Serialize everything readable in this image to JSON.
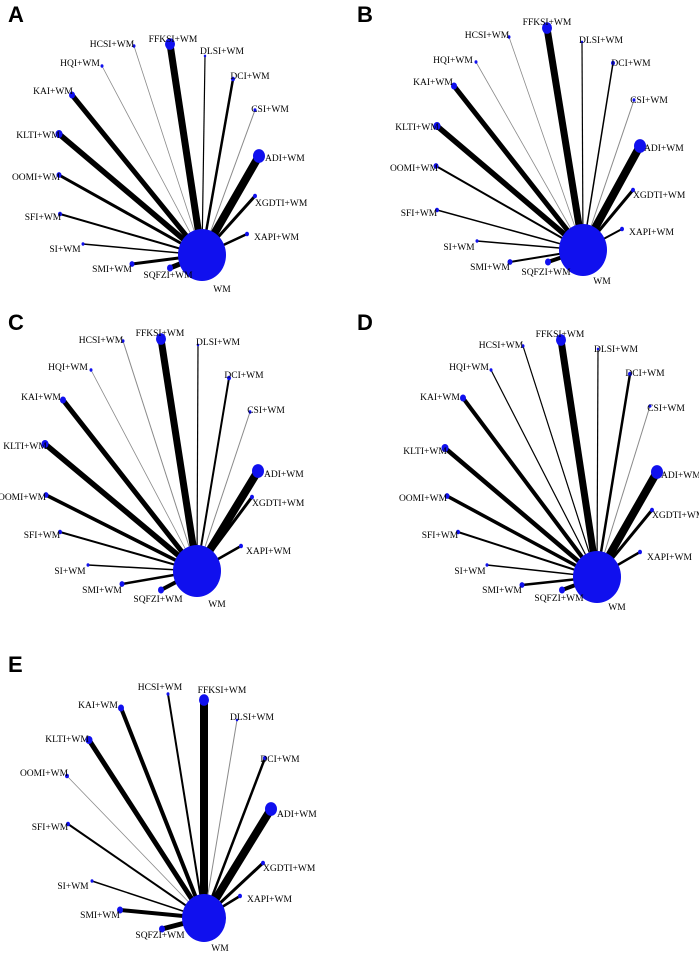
{
  "colors": {
    "node": "#1010ee",
    "edge": "#000000",
    "thin_edge": "#8a8a8a",
    "background": "#ffffff"
  },
  "hub_label": "WM",
  "panels": [
    {
      "letter": "A",
      "nodes": [
        {
          "label": "FFKSI+WM",
          "size": 5,
          "width": 7
        },
        {
          "label": "HCSI+WM",
          "size": 1.5,
          "width": 0.8
        },
        {
          "label": "DLSI+WM",
          "size": 1.2,
          "width": 1.2
        },
        {
          "label": "HQI+WM",
          "size": 1.5,
          "width": 0.8
        },
        {
          "label": "DCI+WM",
          "size": 2,
          "width": 2.5
        },
        {
          "label": "KAI+WM",
          "size": 3,
          "width": 5
        },
        {
          "label": "CSI+WM",
          "size": 1.5,
          "width": 1
        },
        {
          "label": "KLTI+WM",
          "size": 3.5,
          "width": 5.5
        },
        {
          "label": "ADI+WM",
          "size": 6,
          "width": 8
        },
        {
          "label": "OOMI+WM",
          "size": 2.5,
          "width": 3
        },
        {
          "label": "XGDTI+WM",
          "size": 2,
          "width": 3
        },
        {
          "label": "SFI+WM",
          "size": 2,
          "width": 2
        },
        {
          "label": "XAPI+WM",
          "size": 2,
          "width": 2.5
        },
        {
          "label": "SI+WM",
          "size": 1.5,
          "width": 1.5
        },
        {
          "label": "SMI+WM",
          "size": 2.5,
          "width": 3
        },
        {
          "label": "SQFZI+WM",
          "size": 3,
          "width": 5
        }
      ]
    },
    {
      "letter": "B",
      "nodes": [
        {
          "label": "FFKSI+WM",
          "size": 5,
          "width": 7
        },
        {
          "label": "HCSI+WM",
          "size": 1.5,
          "width": 0.8
        },
        {
          "label": "DLSI+WM",
          "size": 1.2,
          "width": 1.2
        },
        {
          "label": "HQI+WM",
          "size": 1.5,
          "width": 0.8
        },
        {
          "label": "DCI+WM",
          "size": 2,
          "width": 1.5
        },
        {
          "label": "KAI+WM",
          "size": 3,
          "width": 5
        },
        {
          "label": "CSI+WM",
          "size": 1.5,
          "width": 1
        },
        {
          "label": "KLTI+WM",
          "size": 3.5,
          "width": 5.5
        },
        {
          "label": "ADI+WM",
          "size": 6,
          "width": 8
        },
        {
          "label": "OOMI+WM",
          "size": 2.5,
          "width": 2
        },
        {
          "label": "XGDTI+WM",
          "size": 2,
          "width": 3
        },
        {
          "label": "SFI+WM",
          "size": 2,
          "width": 1.5
        },
        {
          "label": "XAPI+WM",
          "size": 2,
          "width": 2
        },
        {
          "label": "SI+WM",
          "size": 1.5,
          "width": 1.5
        },
        {
          "label": "SMI+WM",
          "size": 2.5,
          "width": 2
        },
        {
          "label": "SQFZI+WM",
          "size": 3,
          "width": 4
        }
      ]
    },
    {
      "letter": "C",
      "nodes": [
        {
          "label": "FFKSI+WM",
          "size": 5,
          "width": 7
        },
        {
          "label": "HCSI+WM",
          "size": 1.5,
          "width": 1
        },
        {
          "label": "DLSI+WM",
          "size": 1.2,
          "width": 1.2
        },
        {
          "label": "HQI+WM",
          "size": 1.5,
          "width": 0.8
        },
        {
          "label": "DCI+WM",
          "size": 2,
          "width": 2
        },
        {
          "label": "KAI+WM",
          "size": 3,
          "width": 5
        },
        {
          "label": "CSI+WM",
          "size": 1.5,
          "width": 1
        },
        {
          "label": "KLTI+WM",
          "size": 3.5,
          "width": 5.5
        },
        {
          "label": "ADI+WM",
          "size": 6,
          "width": 8
        },
        {
          "label": "OOMI+WM",
          "size": 2.5,
          "width": 3.5
        },
        {
          "label": "XGDTI+WM",
          "size": 2,
          "width": 3
        },
        {
          "label": "SFI+WM",
          "size": 2,
          "width": 2
        },
        {
          "label": "XAPI+WM",
          "size": 2,
          "width": 2.5
        },
        {
          "label": "SI+WM",
          "size": 1.5,
          "width": 1.5
        },
        {
          "label": "SMI+WM",
          "size": 2.5,
          "width": 2.5
        },
        {
          "label": "SQFZI+WM",
          "size": 3,
          "width": 4
        }
      ]
    },
    {
      "letter": "D",
      "nodes": [
        {
          "label": "FFKSI+WM",
          "size": 5,
          "width": 7
        },
        {
          "label": "HCSI+WM",
          "size": 1.5,
          "width": 1.2
        },
        {
          "label": "DLSI+WM",
          "size": 1.2,
          "width": 1.2
        },
        {
          "label": "HQI+WM",
          "size": 1.5,
          "width": 1.2
        },
        {
          "label": "DCI+WM",
          "size": 2,
          "width": 2.5
        },
        {
          "label": "KAI+WM",
          "size": 3,
          "width": 4
        },
        {
          "label": "CSI+WM",
          "size": 1.5,
          "width": 1
        },
        {
          "label": "KLTI+WM",
          "size": 3.5,
          "width": 4.5
        },
        {
          "label": "ADI+WM",
          "size": 6,
          "width": 8
        },
        {
          "label": "OOMI+WM",
          "size": 2.5,
          "width": 3.5
        },
        {
          "label": "XGDTI+WM",
          "size": 2,
          "width": 3
        },
        {
          "label": "SFI+WM",
          "size": 2,
          "width": 2
        },
        {
          "label": "XAPI+WM",
          "size": 2,
          "width": 2.5
        },
        {
          "label": "SI+WM",
          "size": 1.5,
          "width": 1.5
        },
        {
          "label": "SMI+WM",
          "size": 2.5,
          "width": 2.5
        },
        {
          "label": "SQFZI+WM",
          "size": 3,
          "width": 4
        }
      ]
    },
    {
      "letter": "E",
      "nodes": [
        {
          "label": "FFKSI+WM",
          "size": 5,
          "width": 8
        },
        {
          "label": "HCSI+WM",
          "size": 1.5,
          "width": 2
        },
        {
          "label": "DLSI+WM",
          "size": 1.2,
          "width": 1
        },
        {
          "label": "KAI+WM",
          "size": 3,
          "width": 4
        },
        {
          "label": "DCI+WM",
          "size": 2,
          "width": 2.5
        },
        {
          "label": "KLTI+WM",
          "size": 3.5,
          "width": 5
        },
        {
          "label": "ADI+WM",
          "size": 6,
          "width": 8
        },
        {
          "label": "OOMI+WM",
          "size": 2,
          "width": 0.8
        },
        {
          "label": "XGDTI+WM",
          "size": 2,
          "width": 3
        },
        {
          "label": "SFI+WM",
          "size": 2,
          "width": 2
        },
        {
          "label": "XAPI+WM",
          "size": 2,
          "width": 2.5
        },
        {
          "label": "SI+WM",
          "size": 1.5,
          "width": 1.5
        },
        {
          "label": "SMI+WM",
          "size": 3,
          "width": 4
        },
        {
          "label": "SQFZI+WM",
          "size": 3,
          "width": 5
        }
      ]
    }
  ]
}
